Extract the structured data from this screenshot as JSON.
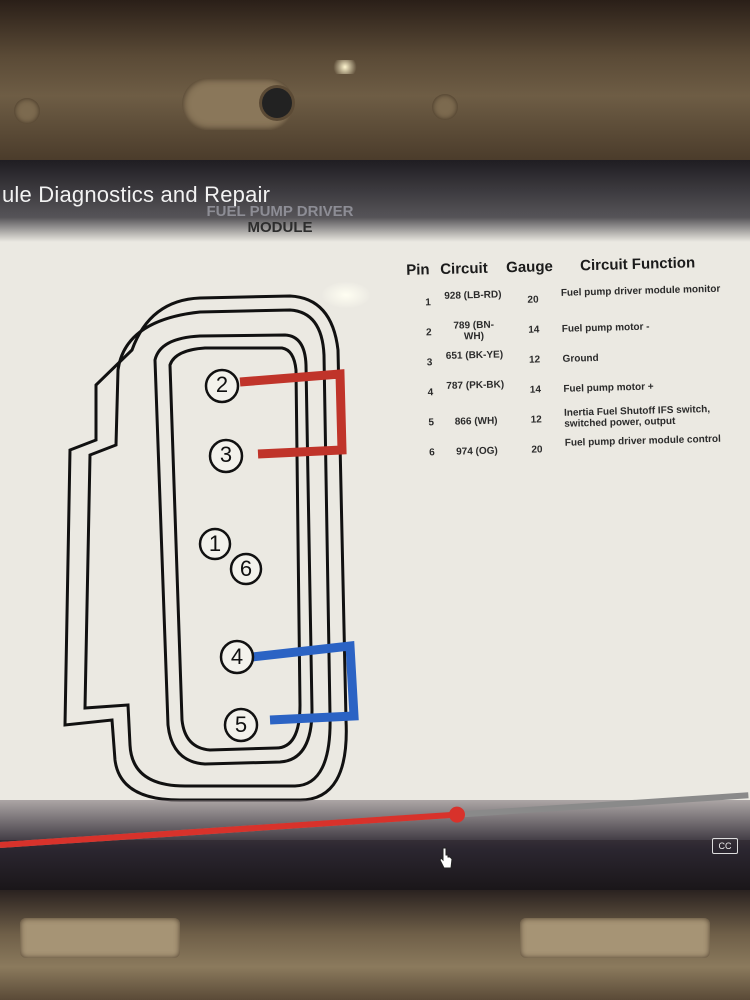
{
  "video": {
    "title": "ule Diagnostics and Repair"
  },
  "diagram": {
    "heading_line1": "FUEL PUMP DRIVER",
    "heading_line2": "MODULE",
    "pins": [
      "2",
      "3",
      "1",
      "6",
      "4",
      "5"
    ],
    "colors": {
      "red_wire": "#c0342a",
      "blue_wire": "#2b63c4",
      "outline": "#111111"
    }
  },
  "table": {
    "headers": {
      "pin": "Pin",
      "circuit": "Circuit",
      "gauge": "Gauge",
      "function": "Circuit Function"
    },
    "rows": [
      {
        "pin": "1",
        "circuit": "928 (LB-RD)",
        "gauge": "20",
        "function": "Fuel pump driver module monitor"
      },
      {
        "pin": "2",
        "circuit": "789 (BN-WH)",
        "gauge": "14",
        "function": "Fuel pump motor -"
      },
      {
        "pin": "3",
        "circuit": "651 (BK-YE)",
        "gauge": "12",
        "function": "Ground"
      },
      {
        "pin": "4",
        "circuit": "787 (PK-BK)",
        "gauge": "14",
        "function": "Fuel pump motor +"
      },
      {
        "pin": "5",
        "circuit": "866 (WH)",
        "gauge": "12",
        "function": "Inertia Fuel Shutoff IFS switch, switched power, output"
      },
      {
        "pin": "6",
        "circuit": "974 (OG)",
        "gauge": "20",
        "function": "Fuel pump driver module control"
      }
    ]
  },
  "player": {
    "cc_label": "CC",
    "progress": 0.61,
    "accent": "#d8322b"
  }
}
